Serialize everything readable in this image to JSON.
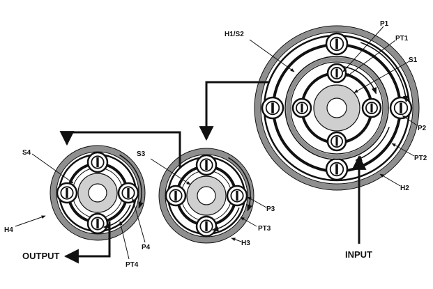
{
  "labels": {
    "h1s2": "H1/S2",
    "p1": "P1",
    "pt1": "PT1",
    "s1": "S1",
    "p2": "P2",
    "pt2": "PT2",
    "h2": "H2",
    "input": "INPUT",
    "s3": "S3",
    "p3": "P3",
    "pt3": "PT3",
    "h3": "H3",
    "s4": "S4",
    "h4": "H4",
    "p4": "P4",
    "pt4": "PT4",
    "output": "OUTPUT"
  },
  "colors": {
    "housing": "#8f8f8f",
    "sun": "#cfcfcf",
    "ink": "#111111",
    "planet_fill": "#ffffff"
  }
}
